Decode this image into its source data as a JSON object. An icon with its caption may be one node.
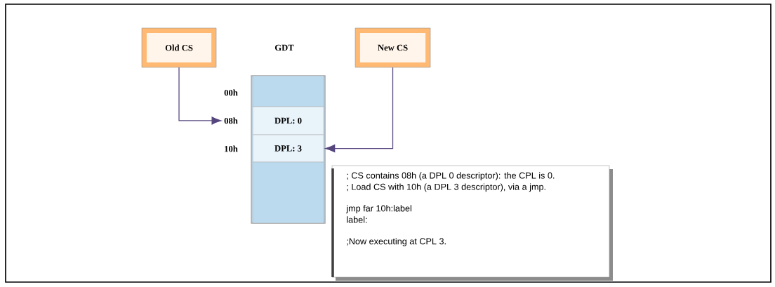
{
  "diagram": {
    "nodes": [
      {
        "text": [
          "Old CS"
        ]
      },
      {
        "text": [
          "New CS"
        ]
      },
      {
        "text": [
          "GDT"
        ]
      },
      {
        "text": [],
        "shape": "box",
        "in": 2
      },
      {
        "text": [
          "DPL: 0"
        ],
        "in": 2
      },
      {
        "text": [
          "DPL: 3"
        ],
        "in": 2
      },
      {
        "text": [],
        "shape": "box",
        "in": 2
      },
      {
        "text": [
          "08h"
        ]
      },
      {
        "text": [
          "; CS contains 08h (a DPL 0 descriptor): the CPL is 0.",
          "; Load CS with 10h (a DPL 3 descriptor), via a jmp.",
          "jmp far 10h:label",
          "label:",
          ";Now executing at CPL 3."
        ]
      }
    ],
    "edges": [
      {
        "from": 0,
        "to": 7,
        "arrow": "to"
      },
      {
        "from": 1,
        "to": 5,
        "arrow": "to"
      }
    ],
    "labels": [
      "00h",
      "10h"
    ]
  }
}
